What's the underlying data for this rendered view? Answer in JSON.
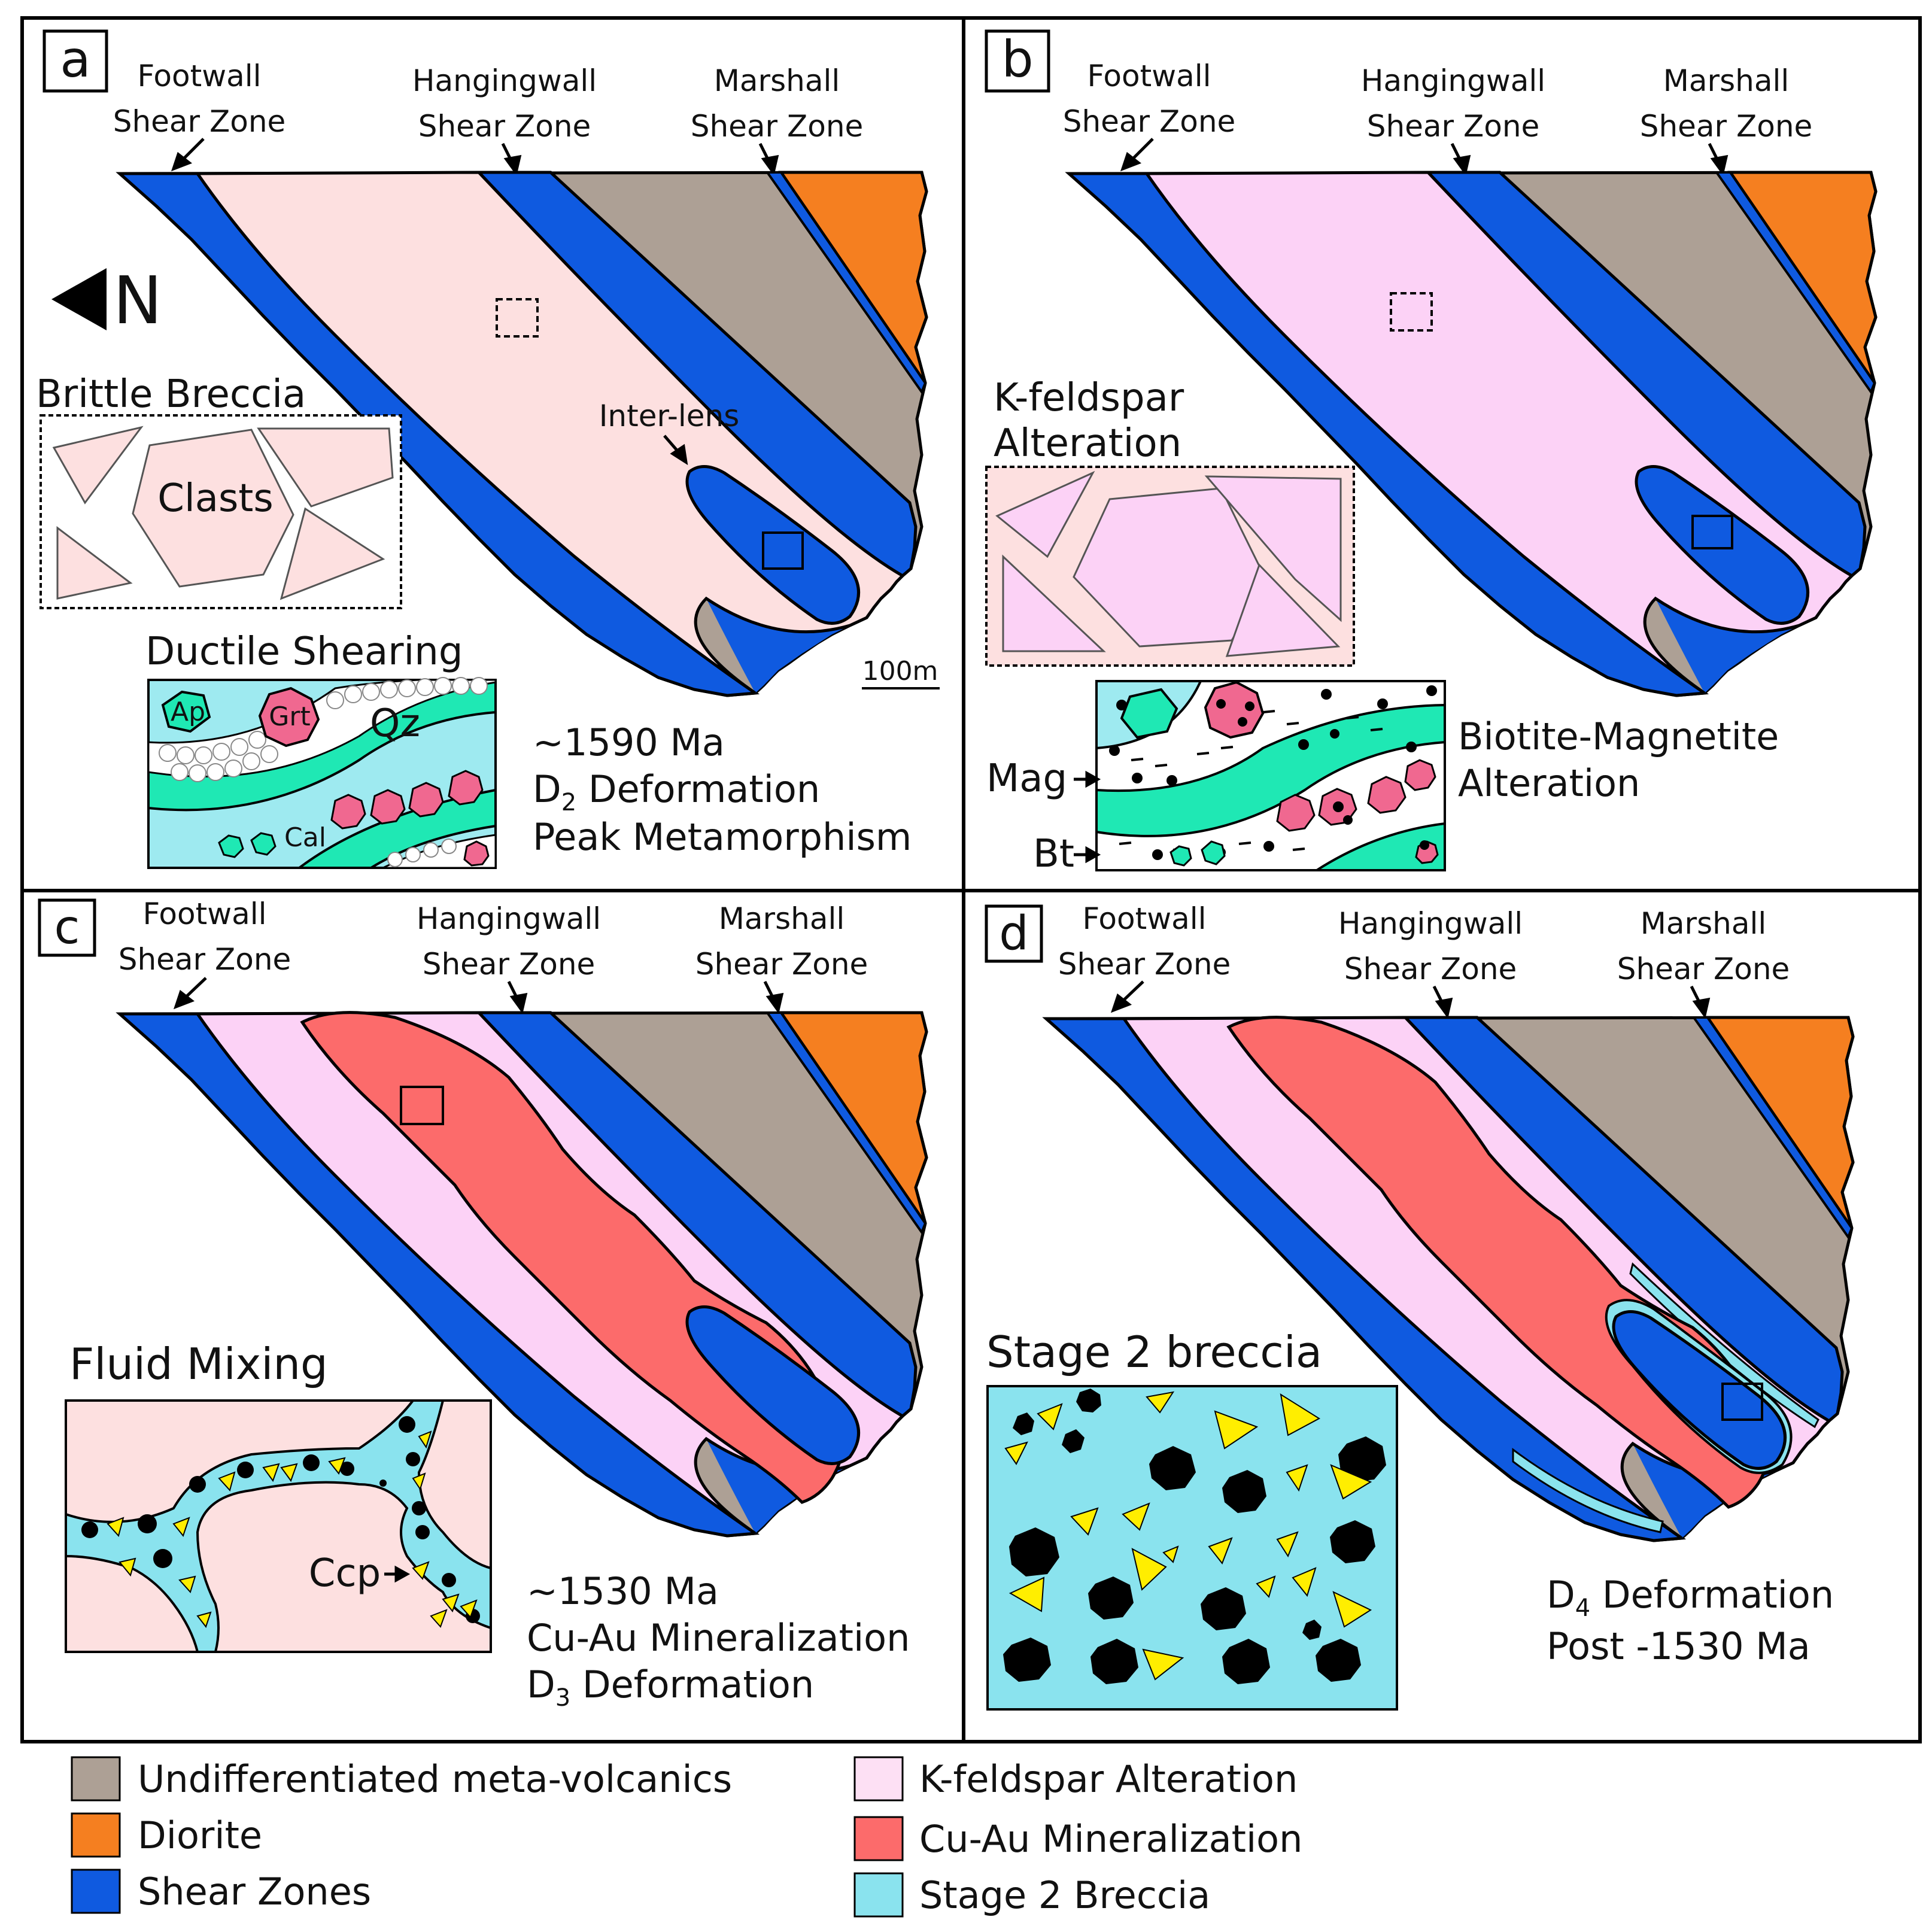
{
  "colors": {
    "meta_volcanics": "#ada095",
    "diorite": "#f57f20",
    "shear": "#0f5ae0",
    "kfeldspar_a": "#fde0e0",
    "kfeldspar": "#fcd2f6",
    "cu_au": "#fc6b6b",
    "stage2_breccia": "#8ae3ee",
    "apatite_cyan": "#9eeaf0",
    "band_green": "#1fe8b4",
    "garnet": "#f06890",
    "yellow": "#ffee00",
    "black": "#000000"
  },
  "panels": [
    {
      "letter": "a",
      "footwall": [
        "Footwall",
        "Shear Zone"
      ],
      "hangingwall": [
        "Hangingwall",
        "Shear Zone"
      ],
      "marshall": [
        "Marshall",
        "Shear Zone"
      ],
      "north": "N",
      "interlens": "Inter-lens",
      "brittle_title": "Brittle Breccia",
      "clasts": "Clasts",
      "ductile_title": "Ductile Shearing",
      "ap": "Ap",
      "grt": "Grt",
      "qz": "Qz",
      "cal": "Cal",
      "scale": "100m",
      "time_line1": "~1590 Ma",
      "time_line2_pre": "D",
      "time_line2_sub": "2",
      "time_line2_post": " Deformation",
      "time_line3": "Peak Metamorphism"
    },
    {
      "letter": "b",
      "footwall": [
        "Footwall",
        "Shear Zone"
      ],
      "hangingwall": [
        "Hangingwall",
        "Shear Zone"
      ],
      "marshall": [
        "Marshall",
        "Shear Zone"
      ],
      "kspar_title1": "K-feldspar",
      "kspar_title2": "Alteration",
      "mag": "Mag",
      "bt": "Bt",
      "biotite1": "Biotite-Magnetite",
      "biotite2": "Alteration"
    },
    {
      "letter": "c",
      "footwall": [
        "Footwall",
        "Shear Zone"
      ],
      "hangingwall": [
        "Hangingwall",
        "Shear Zone"
      ],
      "marshall": [
        "Marshall",
        "Shear Zone"
      ],
      "fluid_title": "Fluid Mixing",
      "ccp": "Ccp",
      "time_line1": "~1530 Ma",
      "time_line2": "Cu-Au Mineralization",
      "time_line3_pre": "D",
      "time_line3_sub": "3",
      "time_line3_post": " Deformation"
    },
    {
      "letter": "d",
      "footwall": [
        "Footwall",
        "Shear Zone"
      ],
      "hangingwall": [
        "Hangingwall",
        "Shear Zone"
      ],
      "marshall": [
        "Marshall",
        "Shear Zone"
      ],
      "stage2_title": "Stage 2 breccia",
      "time_line1_pre": "D",
      "time_line1_sub": "4",
      "time_line1_post": " Deformation",
      "time_line2": "Post -1530 Ma"
    }
  ],
  "legend": [
    {
      "label": "Undifferentiated meta-volcanics",
      "color": "#ada095"
    },
    {
      "label": "Diorite",
      "color": "#f57f20"
    },
    {
      "label": "Shear Zones",
      "color": "#0f5ae0"
    },
    {
      "label": "K-feldspar Alteration",
      "color": "#fcd2f6"
    },
    {
      "label": "Cu-Au Mineralization",
      "color": "#fc6b6b"
    },
    {
      "label": "Stage 2 Breccia",
      "color": "#8ae3ee"
    }
  ]
}
